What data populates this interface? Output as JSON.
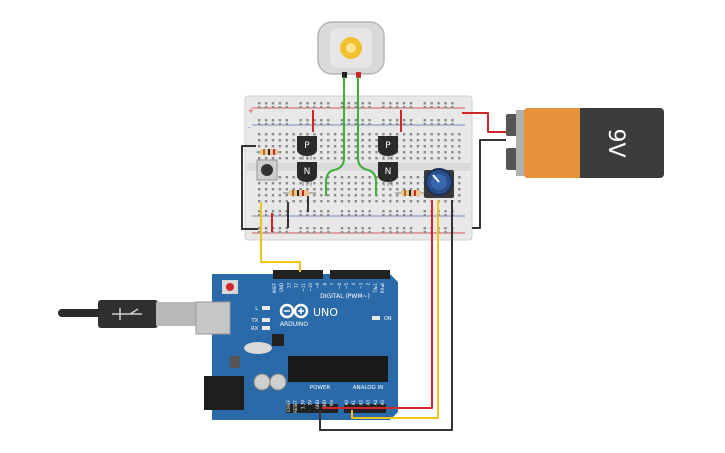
{
  "battery": {
    "label": "9V"
  },
  "breadboard": {
    "transistor_labels": [
      "P",
      "N",
      "P",
      "N"
    ],
    "rail_plus": "+",
    "rail_minus": "-"
  },
  "arduino": {
    "brand": "ARDUINO",
    "model": "UNO",
    "digital_header": "DIGITAL (PWM~)",
    "power_header": "POWER",
    "analog_header": "ANALOG IN",
    "led_on": "ON",
    "led_l": "L",
    "led_tx": "TX",
    "led_rx": "RX",
    "digital_pins": [
      "AREF",
      "GND",
      "13",
      "12",
      "~11",
      "~10",
      "~9",
      "8",
      "7",
      "~6",
      "~5",
      "4",
      "~3",
      "2",
      "TX▸1",
      "RX◂0"
    ],
    "power_pins": [
      "IOREF",
      "RESET",
      "3.3V",
      "5V",
      "GND",
      "GND",
      "Vin"
    ],
    "analog_pins": [
      "A0",
      "A1",
      "A2",
      "A3",
      "A4",
      "A5"
    ]
  },
  "colors": {
    "board_blue": "#2a6aa8",
    "wire_red": "#d3262a",
    "wire_black": "#333333",
    "wire_yellow": "#f1c21b",
    "wire_green": "#3fae3a",
    "battery_orange": "#e7923a"
  }
}
